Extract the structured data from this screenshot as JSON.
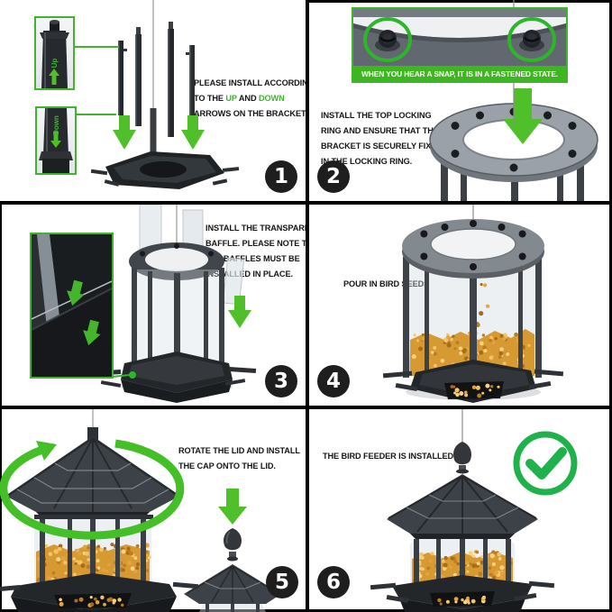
{
  "colors": {
    "accent_green": "#3eb52c",
    "arrow_green": "#4fc02a",
    "banner_green": "#3cb71e",
    "check_green": "#1fb24c",
    "step_badge_black": "#1e1e1e",
    "seed_orange": "#d79a33"
  },
  "step1": {
    "number": "1",
    "line1": "PLEASE INSTALL ACCORDING",
    "line2_pre": "TO THE ",
    "line2_up": "UP",
    "line2_and": " AND ",
    "line2_down": "DOWN",
    "line3": "ARROWS ON THE BRACKET.",
    "inset_up_label": "Up",
    "inset_down_label": "Down"
  },
  "step2": {
    "number": "2",
    "banner": "WHEN YOU HEAR A SNAP, IT IS IN A FASTENED STATE.",
    "line1": "INSTALL THE TOP LOCKING",
    "line2": "RING AND ENSURE THAT THE",
    "line3": "BRACKET IS SECURELY FIXED",
    "line4": "IN THE LOCKING RING."
  },
  "step3": {
    "number": "3",
    "line1": "INSTALL THE TRANSPARENT",
    "line2": "BAFFLE. PLEASE NOTE THAT",
    "line3": "ALL BAFFLES MUST BE",
    "line4": "INSTALLED IN PLACE."
  },
  "step4": {
    "number": "4",
    "caption": "POUR IN BIRD SEEDS"
  },
  "step5": {
    "number": "5",
    "line1": "ROTATE THE LID AND INSTALL",
    "line2": "THE CAP ONTO THE LID."
  },
  "step6": {
    "number": "6",
    "caption": "THE BIRD FEEDER IS INSTALLED."
  }
}
